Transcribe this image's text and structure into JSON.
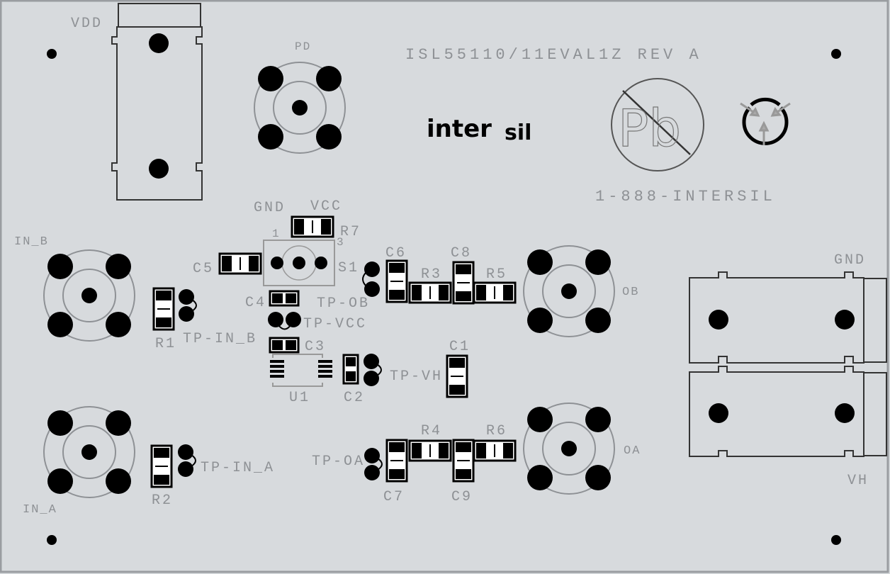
{
  "board": {
    "title": "ISL55110/11EVAL1Z REV A",
    "phone": "1-888-INTERSIL",
    "logo": {
      "main": "inter",
      "sub": "sil"
    },
    "background": "#d7dadd",
    "silk_color": "#8e9195",
    "copper_color": "#000000",
    "edge_color": "#9a9da1",
    "symbols": {
      "lead_free": {
        "label": "Pb",
        "icon": "no-lead-icon"
      },
      "esd": {
        "icon": "esd-sensitive-icon"
      }
    }
  },
  "labels": {
    "vdd": "VDD",
    "pd": "PD",
    "gnd_top": "GND",
    "vcc": "VCC",
    "s1_pin1": "1",
    "s1_pin3": "3",
    "in_b": "IN_B",
    "in_a": "IN_A",
    "ob": "OB",
    "oa": "OA",
    "gnd_right": "GND",
    "vh": "VH",
    "tp_in_b": "TP-IN_B",
    "tp_in_a": "TP-IN_A",
    "tp_ob": "TP-OB",
    "tp_vcc": "TP-VCC",
    "tp_vh": "TP-VH",
    "tp_oa": "TP-OA"
  },
  "components": {
    "r1": "R1",
    "r2": "R2",
    "r3": "R3",
    "r4": "R4",
    "r5": "R5",
    "r6": "R6",
    "r7": "R7",
    "c1": "C1",
    "c2": "C2",
    "c3": "C3",
    "c4": "C4",
    "c5": "C5",
    "c6": "C6",
    "c7": "C7",
    "c8": "C8",
    "c9": "C9",
    "s1": "S1",
    "u1": "U1"
  },
  "connectors": [
    {
      "id": "PD",
      "type": "SMA"
    },
    {
      "id": "IN_B",
      "type": "SMA"
    },
    {
      "id": "IN_A",
      "type": "SMA"
    },
    {
      "id": "OB",
      "type": "SMA"
    },
    {
      "id": "OA",
      "type": "SMA"
    },
    {
      "id": "VDD",
      "type": "banana-jack"
    },
    {
      "id": "GND",
      "type": "banana-jack"
    },
    {
      "id": "VH",
      "type": "banana-jack"
    }
  ]
}
